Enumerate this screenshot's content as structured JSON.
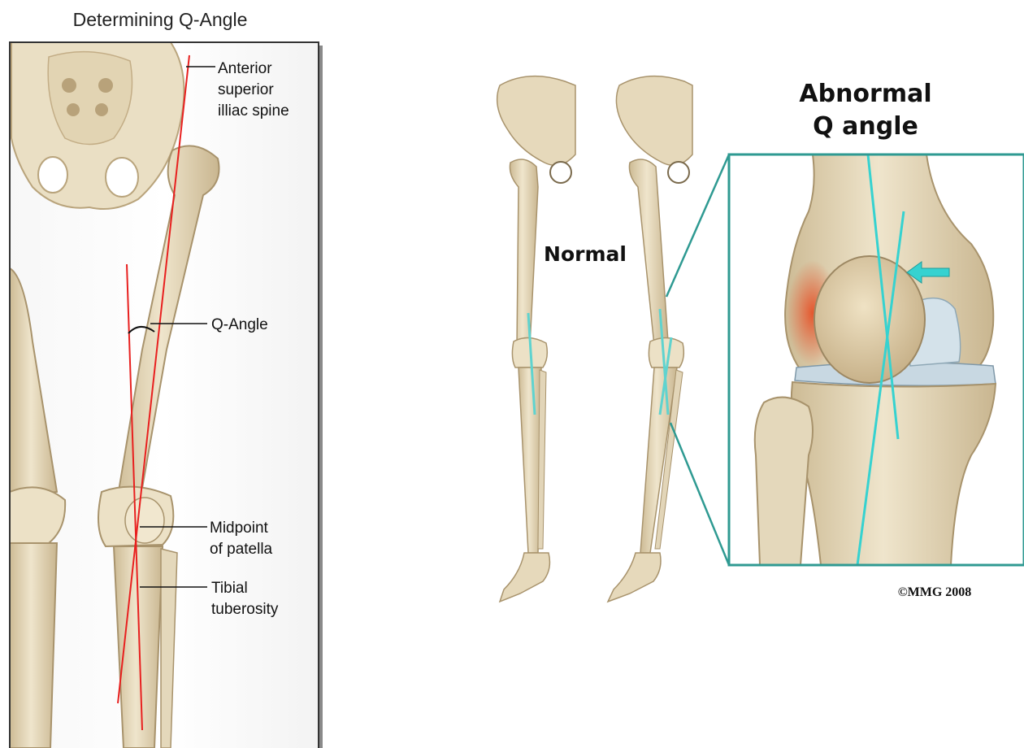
{
  "left_panel": {
    "title": "Determining Q-Angle",
    "labels": {
      "asis_line1": "Anterior",
      "asis_line2": "superior",
      "asis_line3": "illiac spine",
      "q_angle": "Q-Angle",
      "patella_line1": "Midpoint",
      "patella_line2": "of patella",
      "tibial_line1": "Tibial",
      "tibial_line2": "tuberosity"
    }
  },
  "right_panel": {
    "normal_label": "Normal",
    "abnormal_line1": "Abnormal",
    "abnormal_line2": "Q angle",
    "copyright": "©MMG 2008"
  },
  "colors": {
    "bone": "#e8dcc0",
    "bone_shadow": "#cbb994",
    "axis_line": "#e8201f",
    "teal_frame": "#2f9a92",
    "cyan_line": "#36d2d0",
    "inflamed": "#e4572e"
  }
}
